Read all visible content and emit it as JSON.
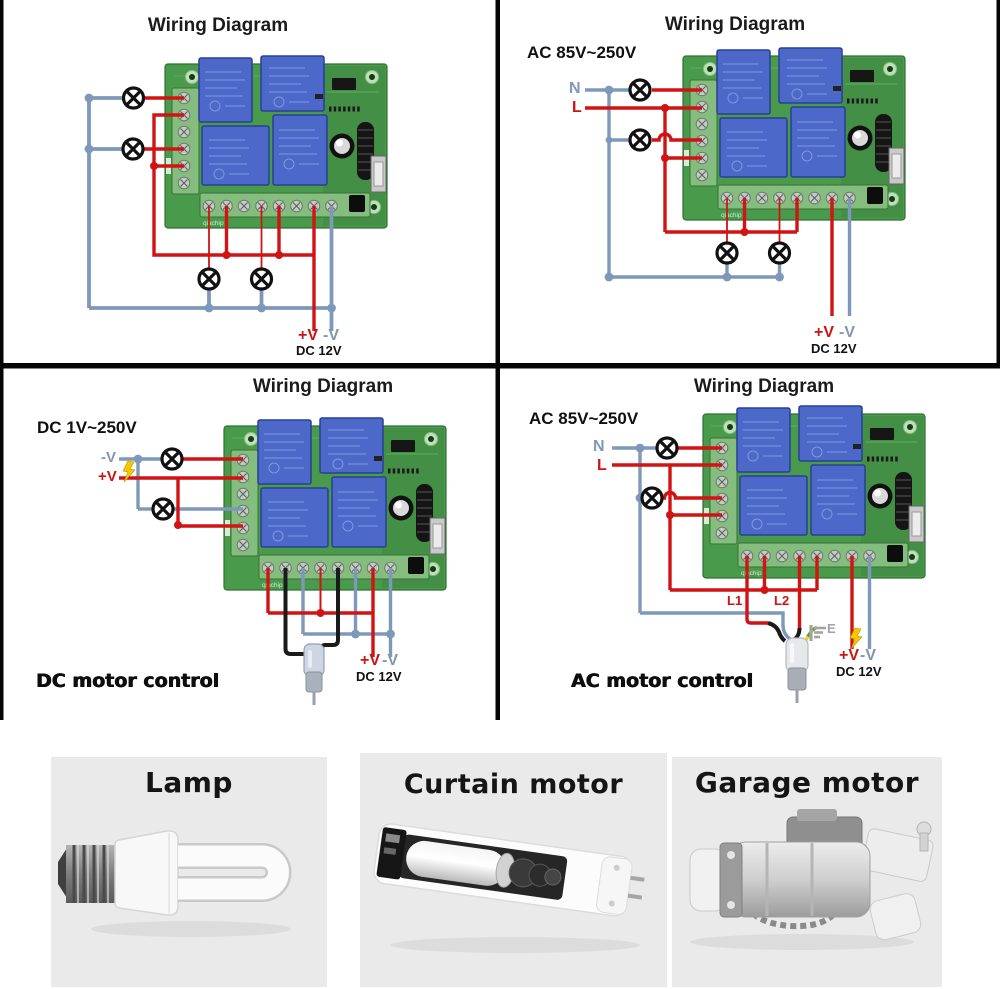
{
  "quadrants": [
    {
      "title": "Wiring Diagram",
      "labels": {
        "plus": "+V",
        "minus": "-V",
        "supply": "DC 12V"
      }
    },
    {
      "title": "Wiring Diagram",
      "voltage": "AC 85V~250V",
      "neutral": "N",
      "live": "L",
      "labels": {
        "plus": "+V",
        "minus": "-V",
        "supply": "DC 12V"
      }
    },
    {
      "title": "Wiring Diagram",
      "voltage": "DC 1V~250V",
      "neg": "-V",
      "pos": "+V",
      "caption": "DC motor control",
      "labels": {
        "plus": "+V",
        "minus": "-V",
        "supply": "DC 12V"
      }
    },
    {
      "title": "Wiring Diagram",
      "voltage": "AC 85V~250V",
      "neutral": "N",
      "live": "L",
      "line1": "L1",
      "line2": "L2",
      "earth": "E",
      "caption": "AC motor control",
      "labels": {
        "plus": "+V",
        "minus": "-V",
        "supply": "DC 12V"
      }
    }
  ],
  "board_text": "qiachip",
  "products": [
    {
      "label": "Lamp"
    },
    {
      "label": "Curtain motor"
    },
    {
      "label": "Garage motor"
    }
  ],
  "colors": {
    "wire_red": "#d11313",
    "wire_blue": "#7e98ba",
    "wire_black": "#1a1a1a",
    "board_green": "#4a9a4c",
    "relay_blue": "#4c68c8",
    "red_label": "#cc1414",
    "blue_label": "#7e98ba"
  }
}
